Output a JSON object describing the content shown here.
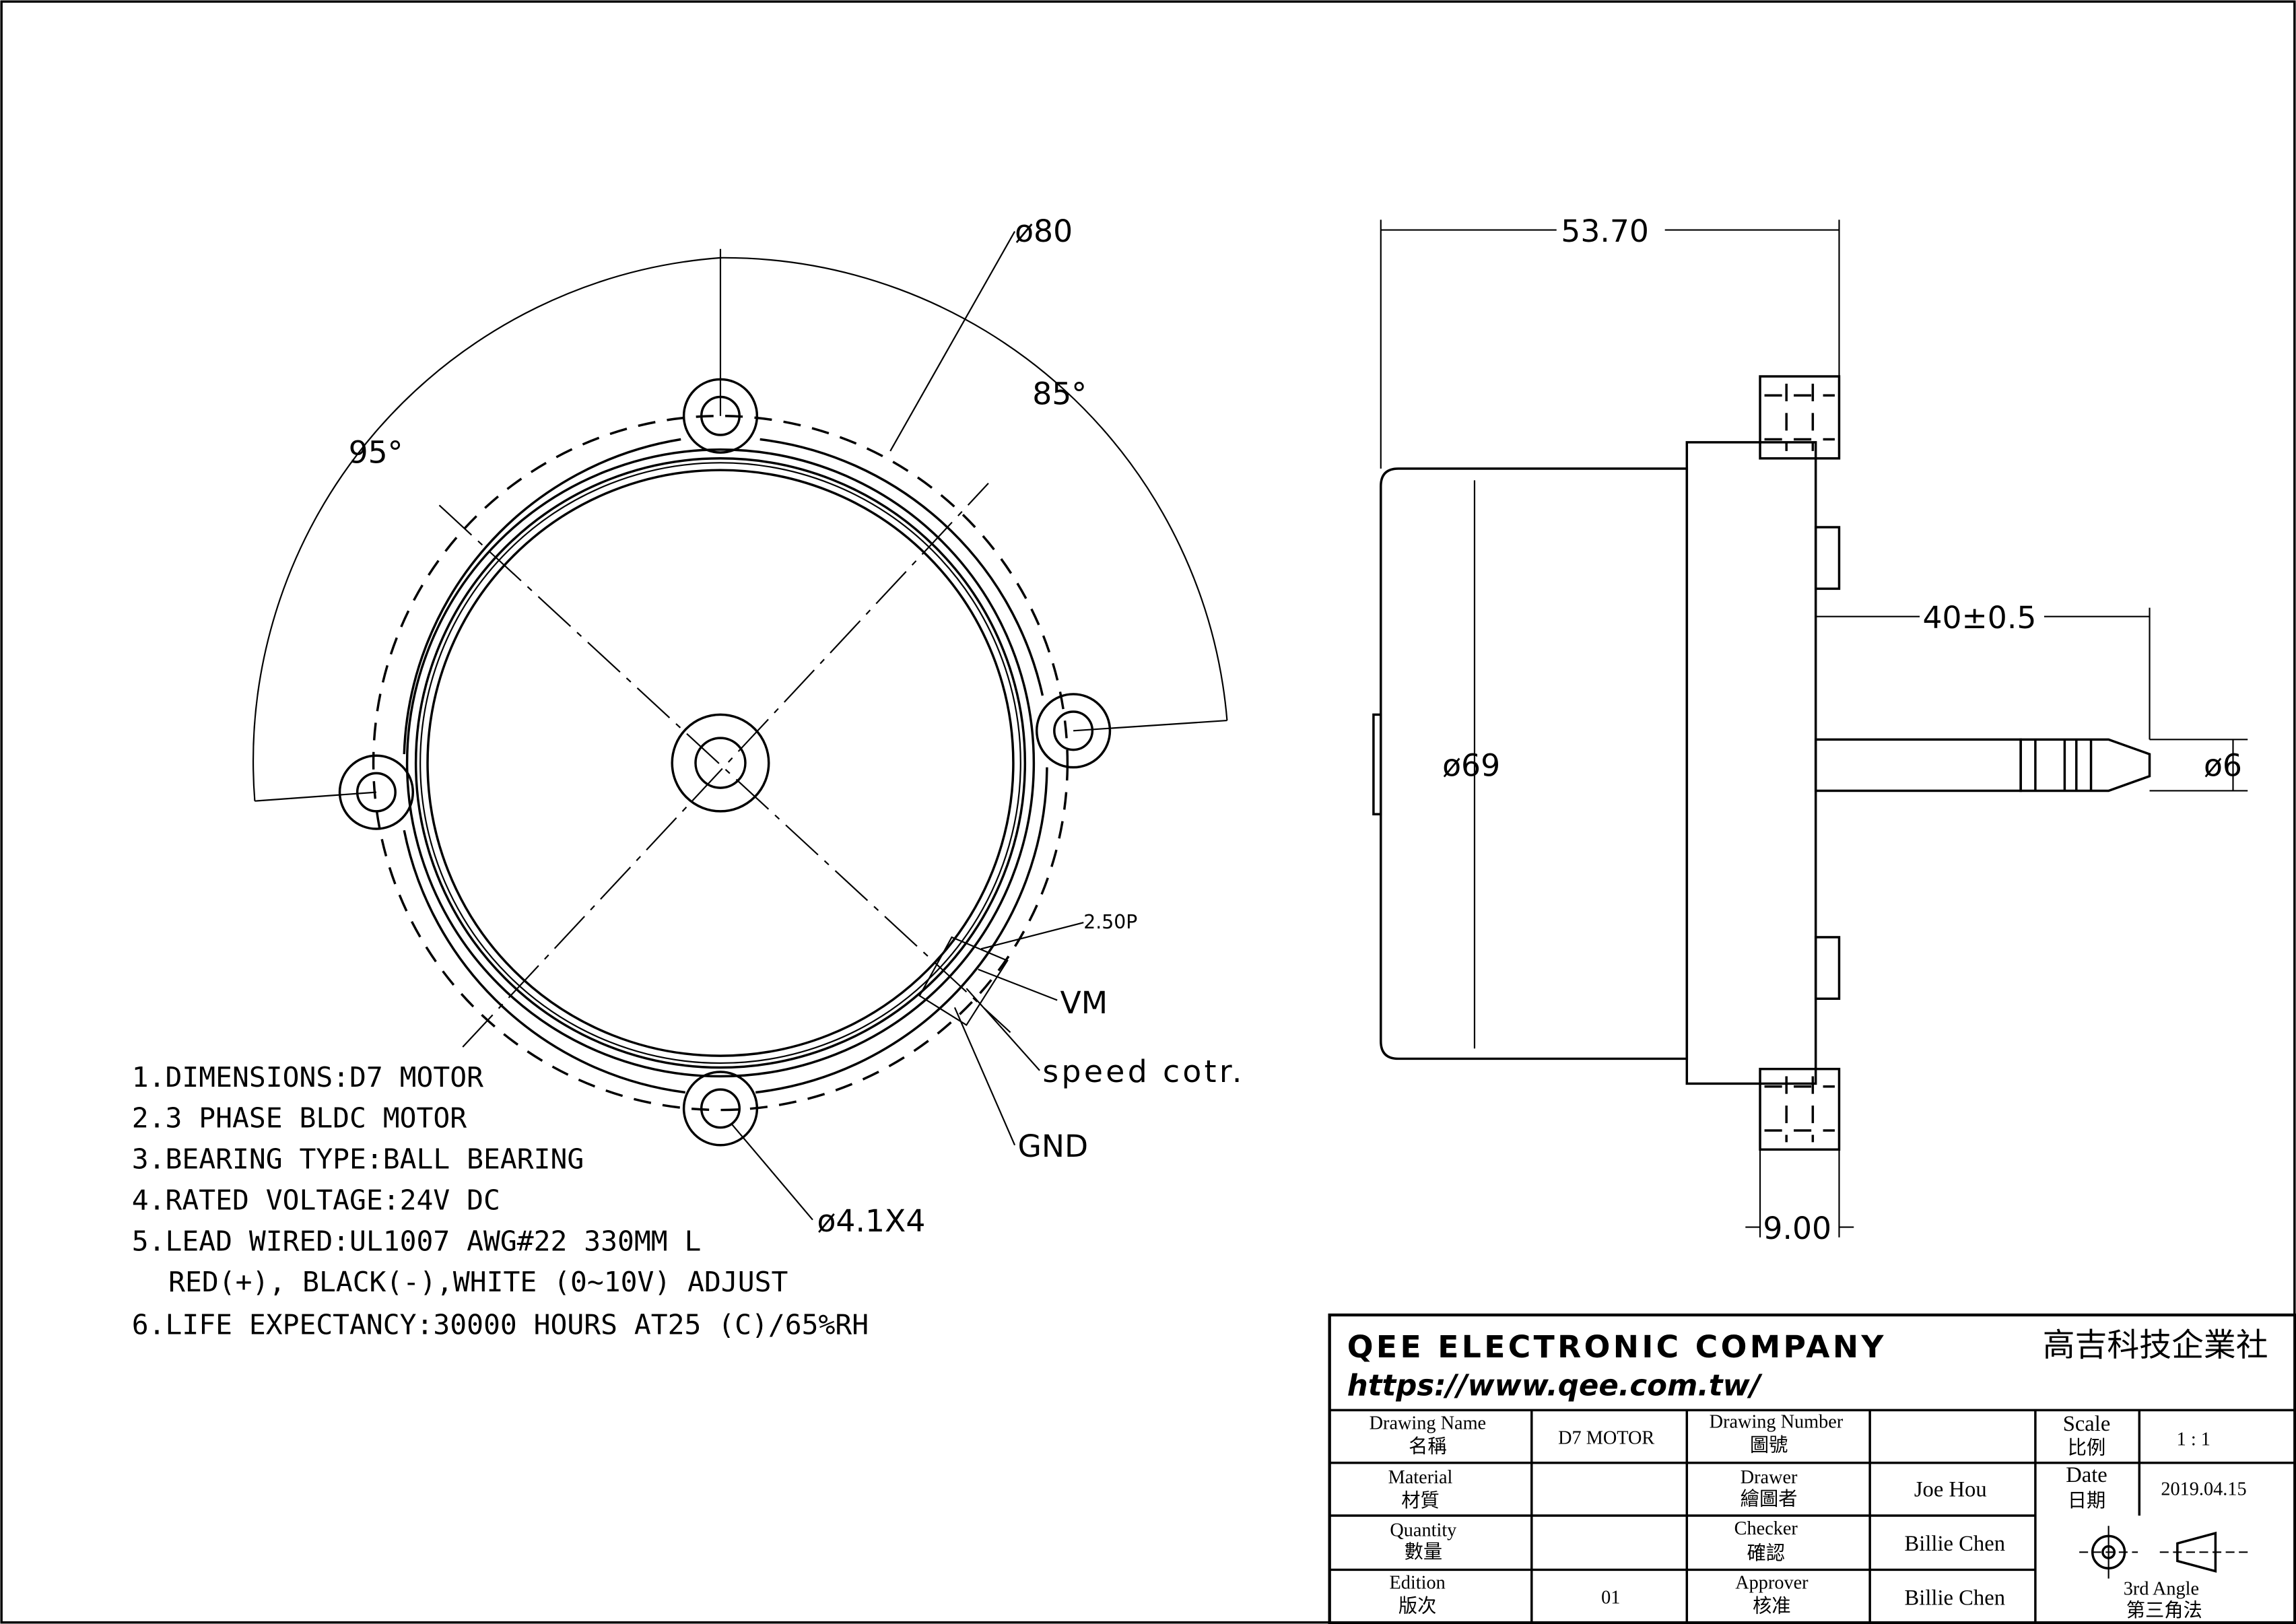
{
  "front_view": {
    "dims": {
      "outer_dia": "ø80",
      "angle_left": "95°",
      "angle_right": "85°",
      "hole": "ø4.1X4",
      "pitch": "2.50P"
    },
    "wires": [
      "VM",
      "speed cotr.",
      "GND"
    ]
  },
  "side_view": {
    "dims": {
      "length": "53.70",
      "shaft_length": "40±0.5",
      "body_dia": "ø69",
      "shaft_dia": "ø6",
      "flange": "9.00"
    }
  },
  "notes": [
    "1.DIMENSIONS:D7 MOTOR",
    "2.3 PHASE BLDC MOTOR",
    "3.BEARING TYPE:BALL BEARING",
    "4.RATED VOLTAGE:24V DC",
    "5.LEAD WIRED:UL1007 AWG#22 330MM L",
    "RED(+), BLACK(-),WHITE (0~10V) ADJUST",
    "6.LIFE EXPECTANCY:30000 HOURS AT25 (C)/65%RH"
  ],
  "title_block": {
    "company": "QEE ELECTRONIC COMPANY",
    "company_cn": "高吉科技企業社",
    "url": "https://www.qee.com.tw/",
    "drawing_name_label": "Drawing Name",
    "drawing_name_label_cn": "名稱",
    "drawing_name": "D7 MOTOR",
    "drawing_number_label": "Drawing Number",
    "drawing_number_label_cn": "圖號",
    "scale_label": "Scale",
    "scale_label_cn": "比例",
    "scale": "1 : 1",
    "material_label": "Material",
    "material_label_cn": "材質",
    "drawer_label": "Drawer",
    "drawer_label_cn": "繪圖者",
    "drawer": "Joe Hou",
    "date_label": "Date",
    "date_label_cn": "日期",
    "date": "2019.04.15",
    "quantity_label": "Quantity",
    "quantity_label_cn": "數量",
    "checker_label": "Checker",
    "checker_label_cn": "確認",
    "checker": "Billie Chen",
    "edition_label": "Edition",
    "edition_label_cn": "版次",
    "edition": "01",
    "approver_label": "Approver",
    "approver_label_cn": "核准",
    "approver": "Billie Chen",
    "projection": "3rd Angle",
    "projection_cn": "第三角法"
  }
}
